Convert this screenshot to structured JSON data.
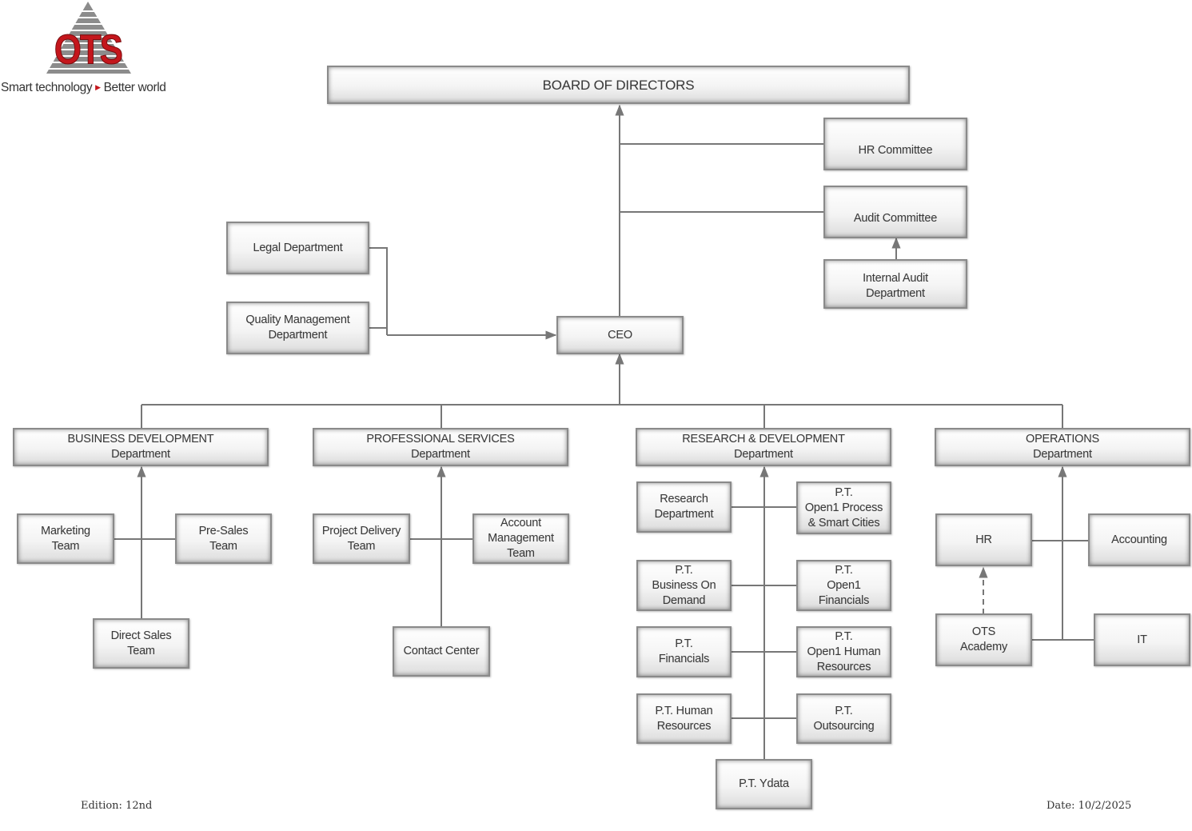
{
  "logo": {
    "text": "OTS",
    "tagline_left": "Smart technology",
    "tagline_right": "Better world",
    "brand_color": "#c4161c"
  },
  "nodes": {
    "board": "BOARD OF DIRECTORS",
    "hr_committee": "HR Committee",
    "audit_committee": "Audit Committee",
    "internal_audit": "Internal Audit\nDepartment",
    "legal": "Legal Department",
    "quality": "Quality Management\nDepartment",
    "ceo": "CEO",
    "bizdev": "BUSINESS DEVELOPMENT\nDepartment",
    "prof": "PROFESSIONAL SERVICES\nDepartment",
    "rnd": "RESEARCH & DEVELOPMENT\nDepartment",
    "ops": "OPERATIONS\nDepartment",
    "marketing": "Marketing\nTeam",
    "presales": "Pre-Sales\nTeam",
    "directsales": "Direct Sales\nTeam",
    "projdelivery": "Project Delivery\nTeam",
    "accountmgmt": "Account\nManagement\nTeam",
    "contact": "Contact Center",
    "research": "Research\nDepartment",
    "pt_process": "P.T.\nOpen1 Process\n& Smart Cities",
    "pt_bod": "P.T.\nBusiness On\nDemand",
    "pt_open1fin": "P.T.\nOpen1\nFinancials",
    "pt_fin": "P.T.\nFinancials",
    "pt_open1hr": "P.T.\nOpen1 Human\nResources",
    "pt_hr": "P.T. Human\nResources",
    "pt_outsourcing": "P.T.\nOutsourcing",
    "pt_ydata": "P.T. Ydata",
    "hr": "HR",
    "accounting": "Accounting",
    "academy": "OTS\nAcademy",
    "it": "IT"
  },
  "footer": {
    "edition": "Edition: 12nd",
    "date": "Date: 10/2/2025"
  },
  "colors": {
    "connector": "#777777",
    "box_border": "#8a8a8a"
  }
}
